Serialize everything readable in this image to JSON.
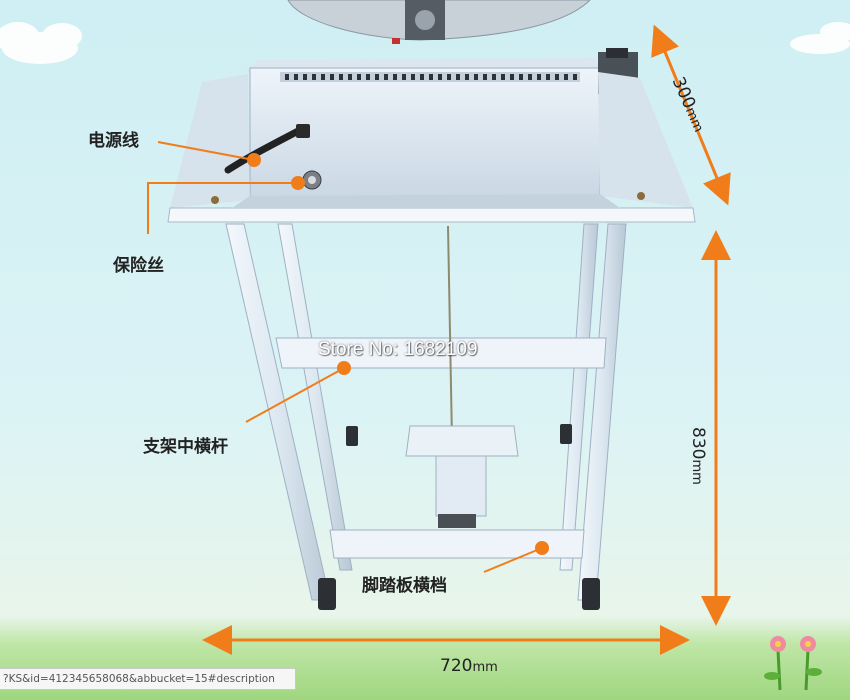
{
  "labels": {
    "power_cord": "电源线",
    "fuse": "保险丝",
    "middle_crossbar": "支架中横杆",
    "pedal_crossbar": "脚踏板横档"
  },
  "dimensions": {
    "depth": {
      "value": "300",
      "unit": "mm"
    },
    "height": {
      "value": "830",
      "unit": "mm"
    },
    "width": {
      "value": "720",
      "unit": "mm"
    }
  },
  "watermark": "Store No: 1682109",
  "status_url": "?KS&id=412345658068&abbucket=15#description",
  "colors": {
    "accent_orange": "#f07d1a",
    "stand_blue": "#e4eef6",
    "sky": "#cfeff4",
    "grass": "#9fd67f"
  }
}
